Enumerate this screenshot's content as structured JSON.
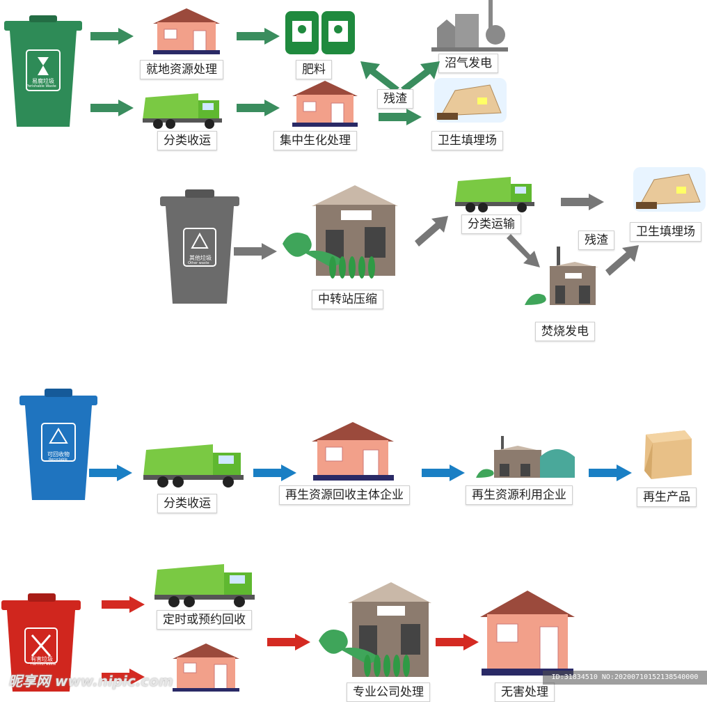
{
  "colors": {
    "green_bin": "#2e8b57",
    "gray_bin": "#6b6b6b",
    "blue_bin": "#1f74bf",
    "red_bin": "#d0261e",
    "arrow_green": "#3a8d5e",
    "arrow_gray": "#777777",
    "arrow_blue": "#1a7fc4",
    "arrow_red": "#d42a22"
  },
  "row1": {
    "bin_label": "易腐垃圾",
    "bin_sublabel": "Perishable Waste",
    "local": "就地资源处理",
    "fertilizer": "肥料",
    "biogas": "沼气发电",
    "residue": "残渣",
    "sorted": "分类收运",
    "central": "集中生化处理",
    "landfill": "卫生填埋场"
  },
  "row2": {
    "bin_label": "其他垃圾",
    "bin_sublabel": "Other waste",
    "transfer": "中转站压缩",
    "transport": "分类运输",
    "residue": "残渣",
    "landfill": "卫生填埋场",
    "incinerate": "焚烧发电"
  },
  "row3": {
    "bin_label": "可回收物",
    "bin_sublabel": "Recyclable",
    "sorted": "分类收运",
    "recycle_main": "再生资源回收主体企业",
    "recycle_use": "再生资源利用企业",
    "product": "再生产品"
  },
  "row4": {
    "bin_label": "有害垃圾",
    "bin_sublabel": "Harmful waste",
    "scheduled": "定时或预约回收",
    "professional": "专业公司处理",
    "harmless": "无害处理"
  },
  "footer": {
    "watermark": "昵享网 www.nipic.com",
    "id_text": "ID:31834510 NO:20200710152138540000"
  }
}
